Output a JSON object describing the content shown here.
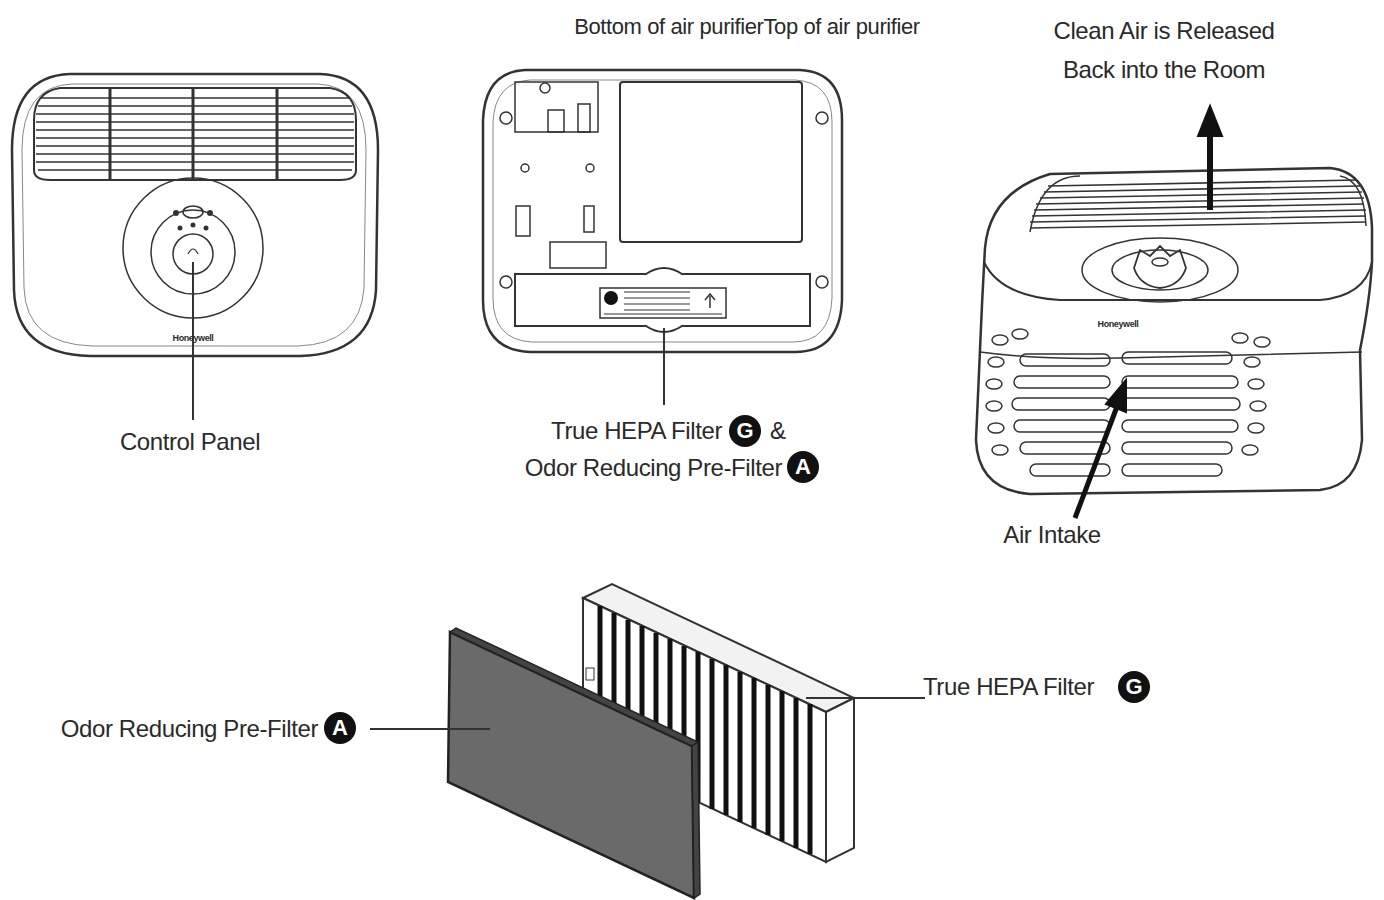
{
  "diagram": {
    "nodes": [
      {
        "text": [
          "G"
        ]
      },
      {
        "text": [
          "A"
        ]
      },
      {
        "text": [
          "A"
        ]
      },
      {
        "text": [
          "G"
        ]
      }
    ],
    "labels": [
      "Bottom of air purifierTop of air purifier",
      "Clean Air is Released Back into the Room",
      "Control Panel",
      "True HEPA Filter",
      "&",
      "Odor Reducing Pre-Filter",
      "Air Intake",
      "Odor Reducing Pre-Filter",
      "True HEPA Filter",
      "Honeywell",
      "Honeywell"
    ]
  }
}
